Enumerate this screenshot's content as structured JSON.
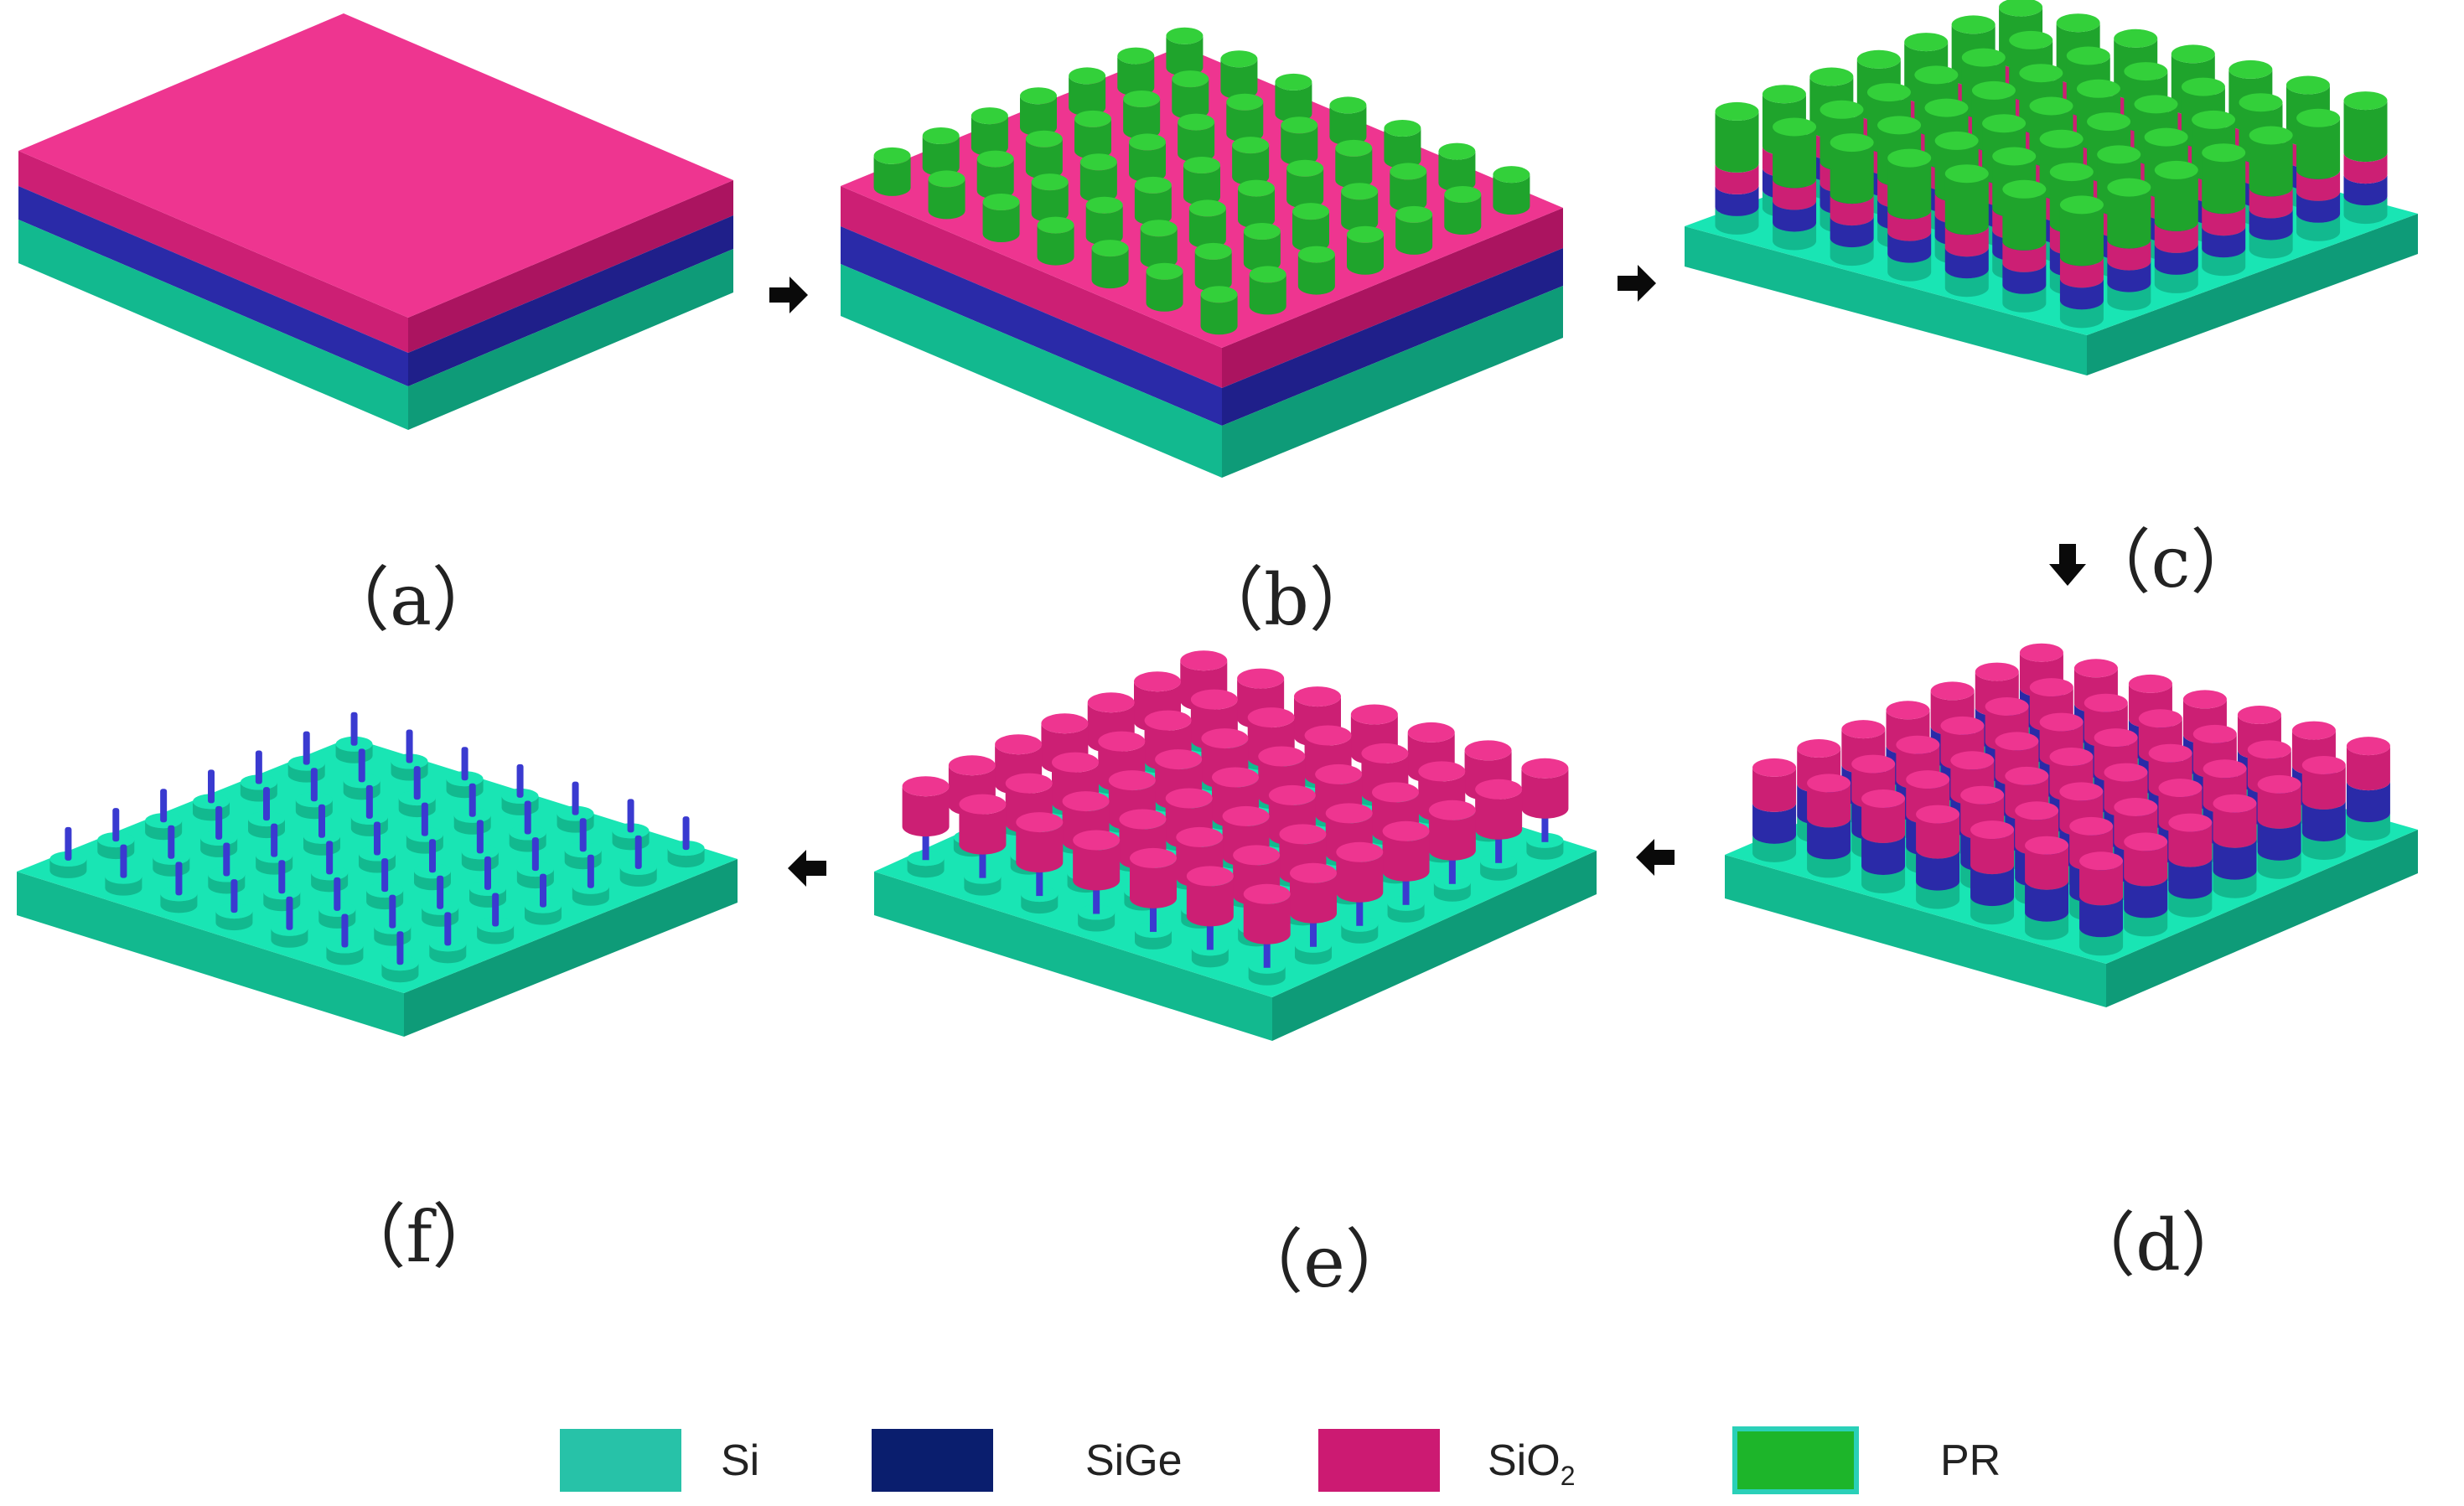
{
  "panels": [
    {
      "id": "a",
      "label": "（a）",
      "step": "stack"
    },
    {
      "id": "b",
      "label": "（b）",
      "step": "pr_dots"
    },
    {
      "id": "c",
      "label": "（c）",
      "step": "etched_pillars_with_pr"
    },
    {
      "id": "d",
      "label": "（d）",
      "step": "pillars_pr_removed"
    },
    {
      "id": "e",
      "label": "（e）",
      "step": "sige_thinned"
    },
    {
      "id": "f",
      "label": "（f）",
      "step": "oxide_removed_nanowires"
    }
  ],
  "arrows": [
    {
      "from": "a",
      "to": "b",
      "direction": "right"
    },
    {
      "from": "b",
      "to": "c",
      "direction": "right"
    },
    {
      "from": "c",
      "to": "d",
      "direction": "down"
    },
    {
      "from": "d",
      "to": "e",
      "direction": "left"
    },
    {
      "from": "e",
      "to": "f",
      "direction": "left"
    }
  ],
  "legend": [
    {
      "key": "si",
      "label": "Si",
      "color": "#27c2a8",
      "border": "#27c2a8"
    },
    {
      "key": "sige",
      "label": "SiGe",
      "color": "#0a1e6e",
      "border": "#0a1e6e"
    },
    {
      "key": "sio2",
      "label": "SiO",
      "sub": "2",
      "color": "#cc1a72",
      "border": "#cc1a72"
    },
    {
      "key": "pr",
      "label": "PR",
      "color": "#1db52a",
      "border": "#2ad0b8"
    }
  ],
  "colors": {
    "si_top": "#19e5b4",
    "si_left": "#12b98f",
    "si_right": "#0e9b78",
    "sige_top": "#3a3ad0",
    "sige_left": "#2a2aa8",
    "sige_right": "#1f1f8a",
    "sio2_top": "#ee3590",
    "sio2_left": "#cc1f74",
    "sio2_right": "#ab1460",
    "pr_top": "#33d03a",
    "pr_side": "#1fa42c",
    "pr_edge": "#158a20",
    "arrow": "#0a0a0a"
  }
}
